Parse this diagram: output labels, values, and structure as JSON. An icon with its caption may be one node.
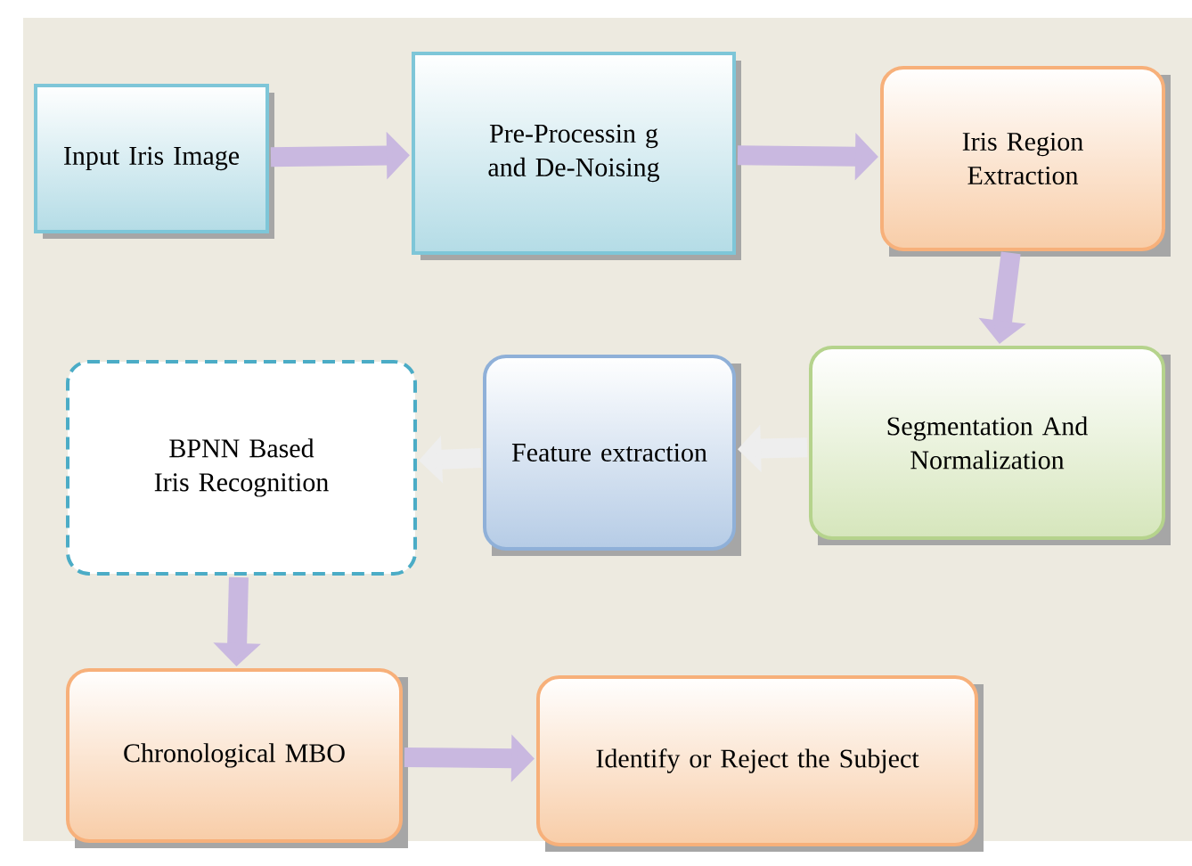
{
  "diagram": {
    "nodes": [
      {
        "text": [
          "Input Iris Image"
        ]
      },
      {
        "text": [
          "Pre-Processin g and De-Noising"
        ]
      },
      {
        "text": [
          "Iris Region Extraction"
        ]
      },
      {
        "text": [
          "Segmentation And Normalization"
        ]
      },
      {
        "text": [
          "Feature extraction"
        ]
      },
      {
        "text": [
          "BPNN Based Iris Recognition"
        ]
      },
      {
        "text": [
          "Chronological MBO"
        ]
      },
      {
        "text": [
          "Identify or Reject the Subject"
        ]
      }
    ],
    "edges": [
      {
        "from": 0,
        "to": 1,
        "arrow": "to"
      },
      {
        "from": 1,
        "to": 2,
        "arrow": "to"
      },
      {
        "from": 2,
        "to": 3,
        "arrow": "to"
      },
      {
        "from": 3,
        "to": 4,
        "arrow": "to",
        "color": "#eeeeee"
      },
      {
        "from": 4,
        "to": 5,
        "arrow": "to",
        "color": "#eeeeee"
      },
      {
        "from": 5,
        "to": 6,
        "arrow": "to"
      },
      {
        "from": 6,
        "to": 7,
        "arrow": "to"
      }
    ]
  }
}
